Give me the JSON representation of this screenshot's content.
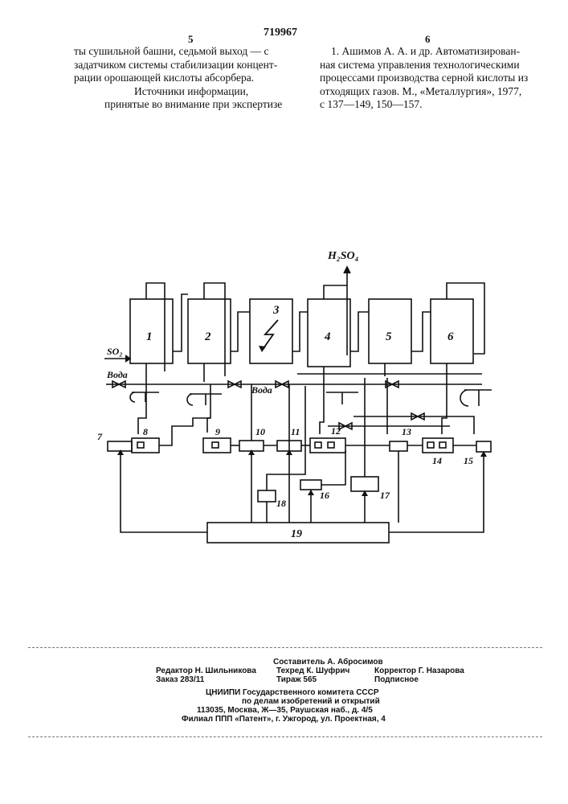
{
  "header": {
    "page_left": "5",
    "patent_number": "719967",
    "page_right": "6"
  },
  "left_column": [
    "ты сушильной башни, седьмой выход — с",
    "задатчиком системы стабилизации концент-",
    "рации орошающей кислоты абсорбера.",
    "Источники информации,",
    "принятые во внимание при экспертизе"
  ],
  "right_column": [
    "1. Ашимов А. А. и др. Автоматизирован-",
    "ная система управления технологическими",
    "процессами производства серной кислоты из",
    "отходящих газов. М., «Металлургия», 1977,",
    "с 137—149, 150—157."
  ],
  "diagram": {
    "output_label": "H₂SO₄",
    "input_label": "SO₂",
    "water_label_1": "Вода",
    "water_label_2": "Вода",
    "units": [
      "1",
      "2",
      "3",
      "4",
      "5",
      "6"
    ],
    "controllers": [
      "7",
      "8",
      "9",
      "10",
      "11",
      "12",
      "13",
      "14",
      "15",
      "16",
      "17",
      "18",
      "19"
    ]
  },
  "footer": {
    "compiler": "Составитель А. Абросимов",
    "editor": "Редактор Н. Шильникова",
    "tech_editor": "Техред К. Шуфрич",
    "corrector": "Корректор Г. Назарова",
    "order": "Заказ 283/11",
    "circulation": "Тираж 565",
    "subscription": "Подписное",
    "institute_1": "ЦНИИПИ Государственного комитета СССР",
    "institute_2": "по делам изобретений и открытий",
    "address": "113035, Москва, Ж—35, Раушская наб., д. 4/5",
    "branch": "Филиал ППП «Патент», г. Ужгород, ул. Проектная, 4"
  }
}
